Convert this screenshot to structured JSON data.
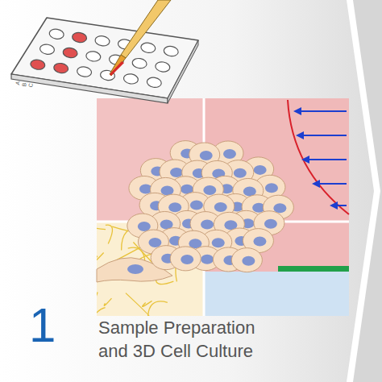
{
  "diagram": {
    "title": "Sample Preparation and 3D Cell Culture",
    "labels": [
      "1",
      "A",
      "B",
      "C"
    ]
  }
}
